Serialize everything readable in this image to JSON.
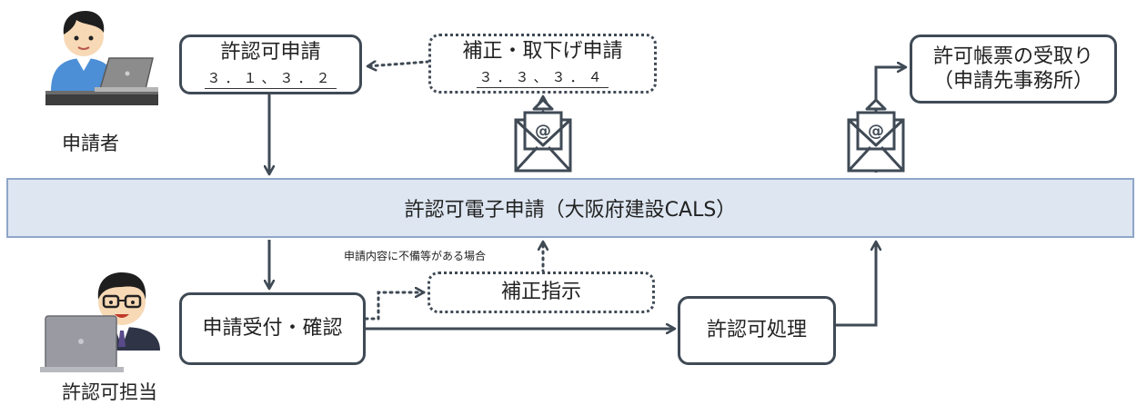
{
  "applicant": {
    "label": "申請者",
    "box_title": "許認可申請",
    "box_sub": "３．１、３．２"
  },
  "amendment_request": {
    "title": "補正・取下げ申請",
    "sub": "３．３、３．４"
  },
  "permit_receipt": {
    "line1": "許可帳票の受取り",
    "line2": "（申請先事務所）"
  },
  "system_banner": "許認可電子申請（大阪府建設CALS）",
  "staff": {
    "label": "許認可担当",
    "receive_box": "申請受付・確認",
    "correction_box": "補正指示",
    "processing_box": "許認可処理"
  },
  "note_defect": "申請内容に不備等がある場合",
  "icons": [
    "applicant-person-icon",
    "staff-person-icon",
    "mail-icon"
  ],
  "colors": {
    "banner_fill": "#dde6f1",
    "banner_border": "#8ea6c8",
    "box_border": "#3f4a55",
    "arrow": "#3f4a55"
  }
}
